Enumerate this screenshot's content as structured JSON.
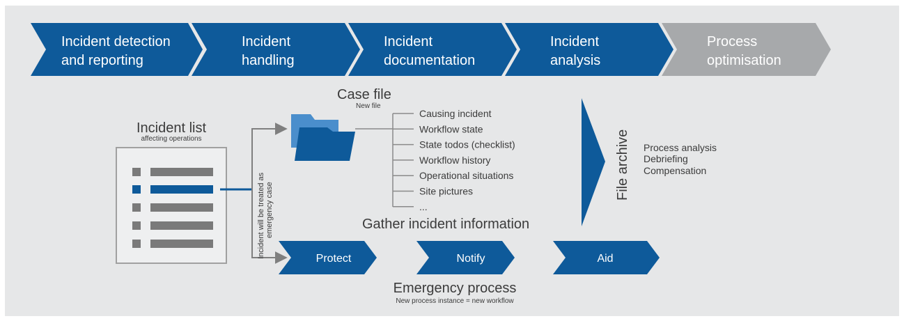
{
  "colors": {
    "blue": "#0e5a9a",
    "grey": "#a7a9ab",
    "background": "#e6e7e8",
    "dark_text": "#3b3b3b",
    "line": "#8a8a8a",
    "folder_light": "#4a8ecc"
  },
  "phases": [
    {
      "line1": "Incident detection",
      "line2": "and reporting",
      "state": "active"
    },
    {
      "line1": "Incident",
      "line2": "handling",
      "state": "active"
    },
    {
      "line1": "Incident",
      "line2": "documentation",
      "state": "active"
    },
    {
      "line1": "Incident",
      "line2": "analysis",
      "state": "active"
    },
    {
      "line1": "Process",
      "line2": "optimisation",
      "state": "inactive"
    }
  ],
  "incident_list": {
    "title": "Incident list",
    "subtitle": "affecting operations",
    "icon": "list-icon"
  },
  "vertical_label": {
    "line1": "Incident will be treated as",
    "line2": "emergency case"
  },
  "case_file": {
    "title": "Case file",
    "subtitle": "New file",
    "icon": "folder-icon",
    "items": [
      "Causing incident",
      "Workflow state",
      "State todos (checklist)",
      "Workflow history",
      "Operational situations",
      "Site pictures",
      "..."
    ],
    "caption": "Gather incident information"
  },
  "file_archive": {
    "label": "File archive",
    "outputs": [
      "Process analysis",
      "Debriefing",
      "Compensation"
    ]
  },
  "emergency_process": {
    "steps": [
      "Protect",
      "Notify",
      "Aid"
    ],
    "title": "Emergency process",
    "subtitle": "New process instance = new workflow"
  }
}
